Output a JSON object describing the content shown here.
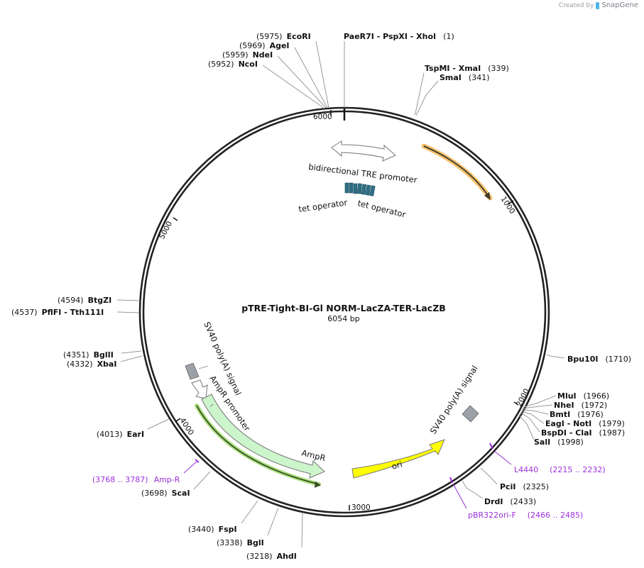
{
  "credit": {
    "prefix": "Created by",
    "brand": "SnapGene"
  },
  "plasmid": {
    "name": "pTRE-Tight-BI-Gl NORM-LacZA-TER-LacZB",
    "length_label": "6054 bp",
    "length": 6054
  },
  "ticks": [
    {
      "label": "1000"
    },
    {
      "label": "2000"
    },
    {
      "label": "3000"
    },
    {
      "label": "4000"
    },
    {
      "label": "5000"
    },
    {
      "label": "6000"
    }
  ],
  "enzymes": [
    {
      "name": "PaeR7I  - PspXI  - XhoI",
      "pos": "(1)"
    },
    {
      "name": "TspMI  - XmaI",
      "pos": "(339)"
    },
    {
      "name": "SmaI",
      "pos": "(341)"
    },
    {
      "name": "Bpu10I",
      "pos": "(1710)"
    },
    {
      "name": "MluI",
      "pos": "(1966)"
    },
    {
      "name": "NheI",
      "pos": "(1972)"
    },
    {
      "name": "BmtI",
      "pos": "(1976)"
    },
    {
      "name": "EagI  - NotI",
      "pos": "(1979)"
    },
    {
      "name": "BspDI  - ClaI",
      "pos": "(1987)"
    },
    {
      "name": "SalI",
      "pos": "(1998)"
    },
    {
      "name": "PciI",
      "pos": "(2325)"
    },
    {
      "name": "DrdI",
      "pos": "(2433)"
    },
    {
      "name": "AhdI",
      "pos": "(3218)"
    },
    {
      "name": "BglI",
      "pos": "(3338)"
    },
    {
      "name": "FspI",
      "pos": "(3440)"
    },
    {
      "name": "ScaI",
      "pos": "(3698)"
    },
    {
      "name": "EarI",
      "pos": "(4013)"
    },
    {
      "name": "XbaI",
      "pos": "(4332)"
    },
    {
      "name": "BglII",
      "pos": "(4351)"
    },
    {
      "name": "PflFI  - Tth111I",
      "pos": "(4537)"
    },
    {
      "name": "BtgZI",
      "pos": "(4594)"
    },
    {
      "name": "NcoI",
      "pos": "(5952)"
    },
    {
      "name": "NdeI",
      "pos": "(5959)"
    },
    {
      "name": "AgeI",
      "pos": "(5969)"
    },
    {
      "name": "EcoRI",
      "pos": "(5975)"
    }
  ],
  "primers": [
    {
      "name": "L4440",
      "range": "(2215 .. 2232)"
    },
    {
      "name": "pBR322ori-F",
      "range": "(2466 .. 2485)"
    },
    {
      "name": "Amp-R",
      "range": "(3768 .. 3787)"
    }
  ],
  "features": [
    {
      "name": "bidirectional TRE promoter",
      "color": "#ffffff"
    },
    {
      "name": "tet operator",
      "color": "#2f6f86"
    },
    {
      "name": "tet operator",
      "color": "#2f6f86"
    },
    {
      "name": "SV40 poly(A) signal",
      "color": "#9ca0a8"
    },
    {
      "name": "ori",
      "color": "#ffff00"
    },
    {
      "name": "SV40 poly(A) signal",
      "color": "#9ca0a8"
    },
    {
      "name": "AmpR promoter",
      "color": "#ffffff"
    },
    {
      "name": "AmpR",
      "color": "#ccf5cc"
    }
  ],
  "colors": {
    "backbone": "#222222",
    "primer": "#9b30d9",
    "orf_highlight_orange": "#f5c16c",
    "orf_highlight_green": "#a8e07a",
    "connector": "#888888"
  }
}
